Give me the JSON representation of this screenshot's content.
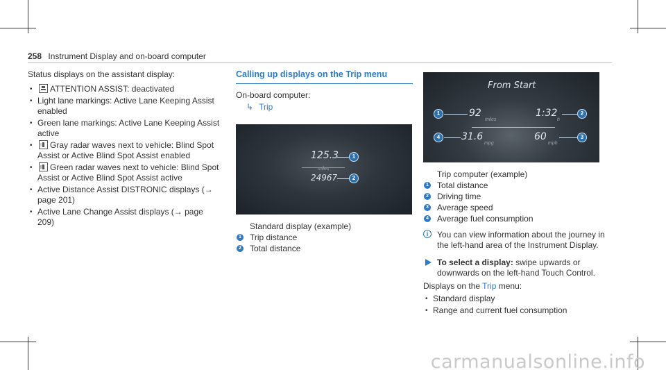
{
  "header": {
    "page_number": "258",
    "title": "Instrument Display and on-board computer"
  },
  "col1": {
    "intro": "Status displays on the assistant display:",
    "items": [
      {
        "icon": "attention-assist-icon",
        "text": "ATTENTION ASSIST: deactivated"
      },
      {
        "text": "Light lane markings: Active Lane Keeping Assist enabled"
      },
      {
        "text": "Green lane markings: Active Lane Keeping Assist active"
      },
      {
        "icon": "radar-waves-gray-icon",
        "text": "Gray radar waves next to vehicle: Blind Spot Assist or Active Blind Spot Assist enabled"
      },
      {
        "icon": "radar-waves-green-icon",
        "text": "Green radar waves next to vehicle: Blind Spot Assist or Active Blind Spot Assist active"
      },
      {
        "text": "Active Distance Assist DISTRONIC displays (→ page 201)"
      },
      {
        "text": "Active Lane Change Assist displays (→ page 209)"
      }
    ]
  },
  "col2": {
    "title": "Calling up displays on the Trip menu",
    "onboard": "On-board computer:",
    "nav_label": "Trip",
    "screen": {
      "value1": "125.3",
      "unit1": "miles",
      "value2": "24967",
      "callout1": "1",
      "callout2": "2"
    },
    "caption": "Standard display (example)",
    "legend": [
      {
        "num": "1",
        "text": "Trip distance"
      },
      {
        "num": "2",
        "text": "Total distance"
      }
    ]
  },
  "col3": {
    "screen": {
      "title": "From Start",
      "distance": "92",
      "distance_unit": "miles",
      "time": "1:32",
      "time_unit": "h",
      "consumption": "31.6",
      "consumption_unit": "mpg",
      "speed": "60",
      "speed_unit": "mph",
      "c1": "1",
      "c2": "2",
      "c3": "3",
      "c4": "4"
    },
    "caption": "Trip computer (example)",
    "legend": [
      {
        "num": "1",
        "text": "Total distance"
      },
      {
        "num": "2",
        "text": "Driving time"
      },
      {
        "num": "3",
        "text": "Average speed"
      },
      {
        "num": "4",
        "text": "Average fuel consumption"
      }
    ],
    "note": "You can view information about the journey in the left-hand area of the Instrument Display.",
    "action_bold": "To select a display:",
    "action_text": " swipe upwards or downwards on the left-hand Touch Control.",
    "displays_prefix": "Displays on the ",
    "displays_link": "Trip",
    "displays_suffix": " menu:",
    "displays": [
      "Standard display",
      "Range and current fuel consumption"
    ]
  },
  "watermark": "carmanualsonline.info"
}
